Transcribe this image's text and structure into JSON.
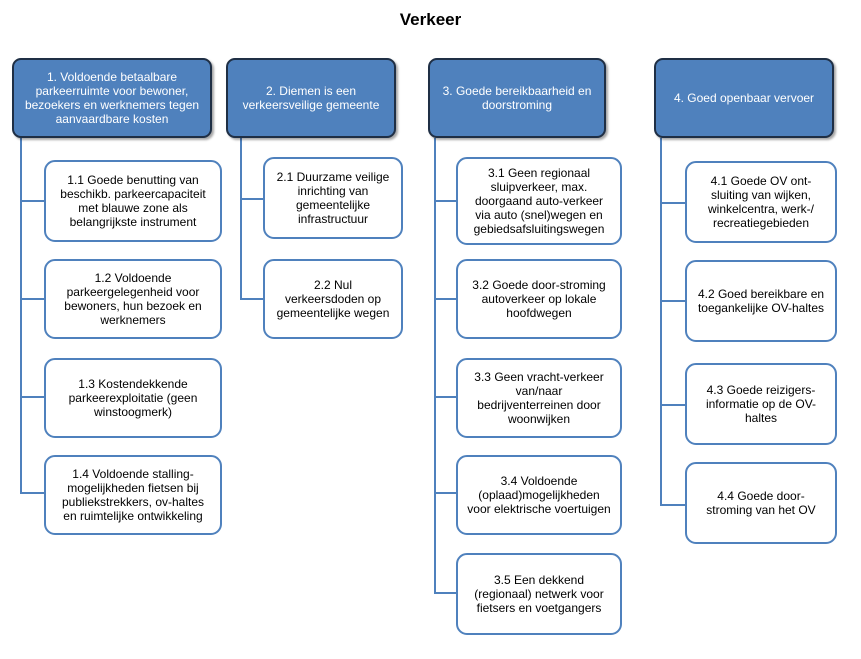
{
  "title": "Verkeer",
  "colors": {
    "heading_fill": "#4f81bd",
    "heading_border": "#1f2f45",
    "box_border": "#4f81bd"
  },
  "columns": [
    {
      "heading": "1. Voldoende  betaalbare parkeerruimte voor bewoner, bezoekers en werknemers tegen aanvaardbare kosten",
      "items": [
        "1.1 Goede benutting van beschikb. parkeercapaciteit met blauwe zone als belangrijkste instrument",
        "1.2 Voldoende parkeergelegenheid voor bewoners, hun bezoek en werknemers",
        "1.3 Kostendekkende parkeerexploitatie (geen winstoogmerk)",
        "1.4 Voldoende stalling-mogelijkheden fietsen bij publiekstrekkers, ov-haltes en ruimtelijke ontwikkeling"
      ]
    },
    {
      "heading": "2. Diemen is een verkeersveilige gemeente",
      "items": [
        "2.1 Duurzame veilige inrichting van gemeentelijke infrastructuur",
        "2.2 Nul verkeersdoden op gemeentelijke wegen"
      ]
    },
    {
      "heading": "3. Goede bereikbaarheid en doorstroming",
      "items": [
        "3.1 Geen regionaal sluipverkeer, max. doorgaand auto-verkeer via  auto (snel)wegen en gebiedsafsluitingswegen",
        "3.2 Goede door-stroming autoverkeer op lokale hoofdwegen",
        "3.3 Geen vracht-verkeer van/naar bedrijventerreinen door woonwijken",
        "3.4 Voldoende (oplaad)mogelijkheden voor elektrische voertuigen",
        "3.5 Een dekkend (regionaal) netwerk voor fietsers en voetgangers"
      ]
    },
    {
      "heading": "4. Goed openbaar vervoer",
      "items": [
        "4.1 Goede OV ont-sluiting van wijken, winkelcentra, werk-/ recreatiegebieden",
        "4.2 Goed bereikbare en toegankelijke OV-haltes",
        "4.3 Goede reizigers-informatie op de OV-haltes",
        "4.4 Goede door-stroming van het OV"
      ]
    }
  ]
}
